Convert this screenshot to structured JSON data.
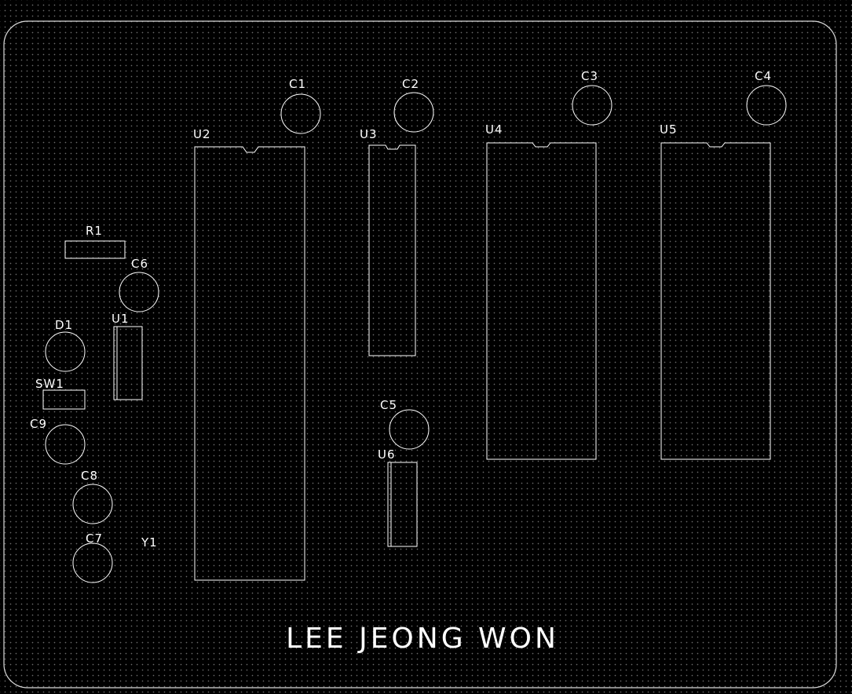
{
  "board": {
    "outline_color": "#d9d9d9",
    "background_color": "#000000",
    "grid": "dotted"
  },
  "silkscreen_color": "#ffffff",
  "components": {
    "C1": "C1",
    "C2": "C2",
    "C3": "C3",
    "C4": "C4",
    "C5": "C5",
    "C6": "C6",
    "C7": "C7",
    "C8": "C8",
    "C9": "C9",
    "D1": "D1",
    "R1": "R1",
    "SW1": "SW1",
    "U1": "U1",
    "U2": "U2",
    "U3": "U3",
    "U4": "U4",
    "U5": "U5",
    "U6": "U6",
    "Y1": "Y1"
  },
  "banner_text": "LEE JEONG WON"
}
